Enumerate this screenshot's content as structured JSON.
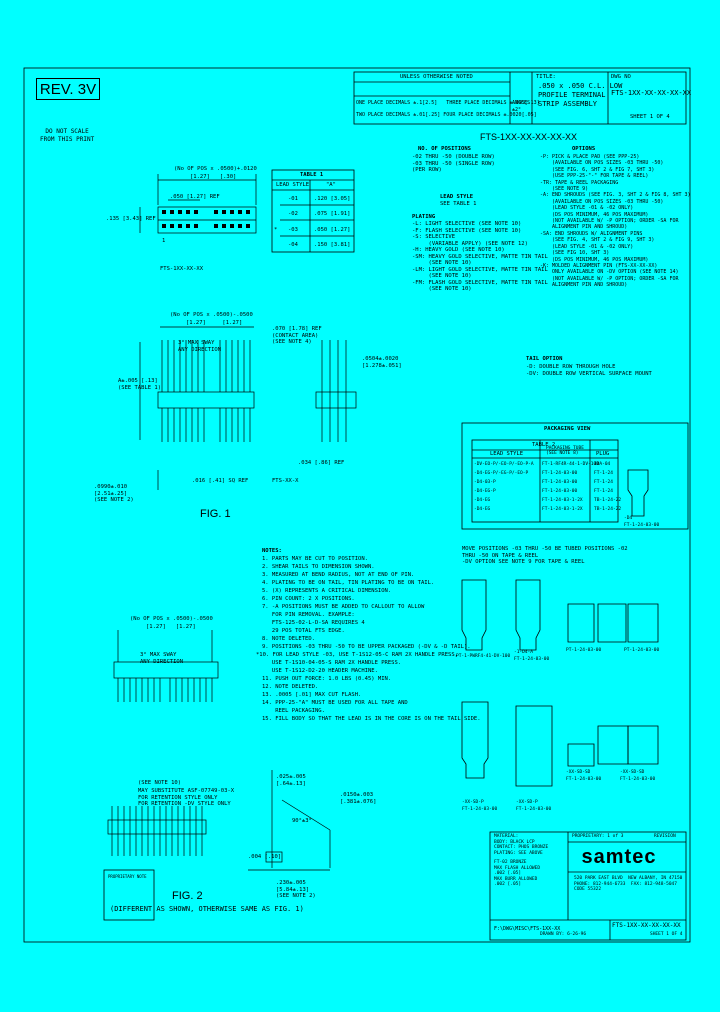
{
  "revision": "REV. 3V",
  "do_not_scale": "DO NOT SCALE\nFROM THIS PRINT",
  "title_block": {
    "tolerances_header": "UNLESS OTHERWISE NOTED",
    "tol_line1": "ONE PLACE DECIMALS ±.1[2.5]   THREE PLACE DECIMALS ±.005[.13]",
    "tol_line2": "TWO PLACE DECIMALS ±.01[.25] FOUR PLACE DECIMALS ±.0020[.05]",
    "angle_tol": "ANGLES\n±2°",
    "title_label": "TITLE:",
    "title": ".050 x .050 C.L. LOW\nPROFILE TERMINAL\nSTRIP ASSEMBLY",
    "dwg_label": "DWG NO",
    "dwg_no": "FTS-1XX-XX-XX-XX-XX",
    "sheet": "SHEET 1 OF 4"
  },
  "part_number": "FTS-1XX-XX-XX-XX-XX",
  "callouts": {
    "positions_title": "NO. OF POSITIONS",
    "positions": "-02 THRU -50 (DOUBLE ROW)\n-03 THRU -50 (SINGLE ROW)\n(PER ROW)",
    "lead_style_title": "LEAD STYLE",
    "lead_style": "SEE TABLE 1",
    "plating_title": "PLATING",
    "plating": "-L: LIGHT SELECTIVE (SEE NOTE 10)\n-F: FLASH SELECTIVE (SEE NOTE 10)\n-S: SELECTIVE\n     (VARIABLE APPLY) (SEE NOTE 12)\n-H: HEAVY GOLD (SEE NOTE 10)\n-SM: HEAVY GOLD SELECTIVE, MATTE TIN TAIL\n     (SEE NOTE 10)\n-LM: LIGHT GOLD SELECTIVE, MATTE TIN TAIL\n     (SEE NOTE 10)\n-FM: FLASH GOLD SELECTIVE, MATTE TIN TAIL\n     (SEE NOTE 10)",
    "options_title": "OPTIONS",
    "options": "-P: PICK & PLACE PAD (SEE PPP-25)\n    (AVAILABLE ON POS SIZES -03 THRU -50)\n    (SEE FIG. 6, SHT 2 & FIG 7, SHT 3)\n    (USE PPP-25-\"-\" FOR TAPE & REEL)\n-TR: TAPE & REEL PACKAGING\n    (SEE NOTE 9)\n-A: END SHROUDS (SEE FIG. 3, SHT 2 & FIG 8, SHT 3)\n    (AVAILABLE ON POS SIZES -03 THRU -50)\n    (LEAD STYLE -01 & -02 ONLY)\n    (DS POS MINIMUM, 46 POS MAXIMUM)\n    (NOT AVAILABLE W/ -P OPTION; ORDER -SA FOR\n    ALIGNMENT PIN AND SHROUD)\n-SA: END SHROUDS W/ ALIGNMENT PINS\n    (SEE FIG. 4, SHT 2 & FIG 9, SHT 3)\n    (LEAD STYLE -01 & -02 ONLY)\n    (SEE FIG 10, SHT 3)\n    (DS POS MINIMUM, 46 POS MAXIMUM)\n-K: MOLDED ALIGNMENT PIN (FTS-XX-XX-XX)\n    ONLY AVAILABLE ON -DV OPTION (SEE NOTE 14)\n    (NOT AVAILABLE W/ -P OPTION; ORDER -SA FOR\n    ALIGNMENT PIN AND SHROUD)",
    "tail_title": "TAIL OPTION",
    "tail": "-D: DOUBLE ROW THROUGH HOLE\n-DV: DOUBLE ROW VERTICAL SURFACE MOUNT"
  },
  "table1": {
    "title": "TABLE 1",
    "headers": [
      "LEAD STYLE",
      "\"A\""
    ],
    "rows": [
      {
        "mark": "",
        "style": "-01",
        "a": ".120 [3.05]"
      },
      {
        "mark": "",
        "style": "-02",
        "a": ".075 [1.91]"
      },
      {
        "mark": "*",
        "style": "-03",
        "a": ".050 [1.27]"
      },
      {
        "mark": "",
        "style": "-04",
        "a": ".150 [3.81]"
      }
    ]
  },
  "packaging": {
    "title": "PACKAGING VIEW",
    "table_title": "TABLE 2",
    "headers": [
      "LEAD STYLE",
      "PACKAGING TUBE\n(SEE NOTE 8)",
      "PLUG"
    ],
    "rows": [
      [
        "-DV-EO-P/-EO-P/-EO-P-A",
        "FT-1-RF4R-44-1-DV-100",
        "IDA-04"
      ],
      [
        "-D4-EG-P/-EG-P/-EO-P",
        "FT-1-24-03-00",
        "FT-1-24"
      ],
      [
        "-D4-03-P",
        "FT-1-24-03-00",
        "FT-1-24"
      ],
      [
        "-D4-EG-P",
        "FT-1-24-03-00",
        "FT-1-24"
      ],
      [
        "-D4-EG",
        "FT-1-24-03-1-2X",
        "TB-1-24-22"
      ],
      [
        "-D4-EG",
        "FT-1-24-03-1-2X",
        "TB-1-24-22"
      ]
    ],
    "tube_note": "MOVE POSITIONS -03 THRU -50 BE TUBED POSITIONS -02\nTHRU -50 ON TAPE & REEL\n-DV OPTION SEE NOTE 9 FOR TAPE & REEL"
  },
  "figure_labels": {
    "fig1": "FIG. 1",
    "fig2": "FIG. 2",
    "fig2_note": "(DIFFERENT AS SHOWN, OTHERWISE SAME AS FIG. 1)"
  },
  "notes_title": "NOTES:",
  "notes": [
    "1. PARTS MAY BE CUT TO POSITION.",
    "2. SHEAR TAILS TO DIMENSION SHOWN.",
    "3. MEASURED AT BEND RADIUS, NOT AT END OF PIN.",
    "4. PLATING TO BE ON TAIL, TIN PLATING TO BE ON TAIL.",
    "5. (X) REPRESENTS A CRITICAL DIMENSION.",
    "6. PIN COUNT: 2 X POSITIONS.",
    "7. -A POSITIONS MUST BE ADDED TO CALLOUT TO ALLOW",
    "   FOR PIN REMOVAL. EXAMPLE:",
    "   FTS-125-02-L-D-SA REQUIRES 4",
    "   29 POS TOTAL FTS EDGE.",
    "8. NOTE DELETED.",
    "9. POSITIONS -03 THRU -50 TO BE UPPER PACKAGED (-DV & -D TAIL).",
    "*10. FOR LEAD STYLE -03, USE T-1S12-05-C RAM 2X HANDLE PRESS,",
    "   USE T-1S10-04-05-S RAM 2X HANDLE PRESS.",
    "   USE T-1S12-D2-20 HEADER MACHINE.",
    "11. PUSH OUT FORCE: 1.0 LBS (0.45) MIN.",
    "12. NOTE DELETED.",
    "13. .0005 [.01] MAX CUT FLASH.",
    "14. PPP-25-\"A\" MUST BE USED FOR ALL TAPE AND",
    "    REEL PACKAGING.",
    "15. FILL BODY SO THAT THE LEAD IS IN THE CORE IS ON THE TAIL SIDE."
  ],
  "fig1_dims": {
    "top_formula": "(No OF POS x .0500)+.0120",
    "top_mm": "[1.27]   [.30]",
    "ref_050": ".050 [1.27] REF",
    "ref_135": ".135 [3.43] REF",
    "label_1": "1",
    "part_ref": "FTS-1XX-XX-XX",
    "mid_formula": "(No OF POS x .0500)-.0500",
    "mid_mm": "[1.27]     [1.27]",
    "max_sway": "3° MAX SWAY\nANY DIRECTION",
    "ref_070": ".070 [1.78] REF\n(CONTACT AREA)\n(SEE NOTE 4)",
    "dim_0504": ".0504±.0020\n[1.278±.051]",
    "a_dim": "A±.005 [.13]\n(SEE TABLE 1)",
    "sq_ref": ".016 [.41] SQ REF",
    "thick_ref": ".034 [.86] REF",
    "part_ref2": "FTS-XX-X",
    "bottom_dim": ".0990±.010\n[2.51±.25]\n(SEE NOTE 2)"
  },
  "fig2_dims": {
    "top_formula": "(No OF POS x .0500)-.0500",
    "top_mm": "[1.27]   [1.27]",
    "max_sway": "3° MAX SWAY\nANY DIRECTION",
    "see_note": "(SEE NOTE 10)",
    "substitute": "MAY SUBSTITUTE ASF-07749-03-X\nFOR RETENTION STYLE ONLY\nFOR RETENTION -DV STYLE ONLY",
    "dim_a": ".025±.005\n[.64±.13]",
    "dim_b": ".0150±.003\n[.381±.076]",
    "angle": "90°±3°",
    "dim_c": ".004 [.10]",
    "bottom_dim": ".230±.005\n[5.84±.13]\n(SEE NOTE 2)"
  },
  "pkg_labels": {
    "c1": "PT-1-PWRF4-41-DV-100",
    "c2": "-1-D4-A\nFT-1-24-03-00",
    "c3": "PT-1-24-03-00",
    "c4": "PT-1-24-03-00",
    "c5": "-XX-SD-P\nFT-1-24-03-00",
    "c6": "-XX-SD-P\nFT-1-24-03-00",
    "c7": "-XX-SD-SD\nFT-1-24-03-00",
    "c8": "-XX-SD-SD\nFT-1-24-03-00",
    "c9": "-D4\nFT-1-24-03-00"
  },
  "bottom_block": {
    "material": "MATERIAL:\nBODY: BLACK LCP\nCONTACT: PHOS BRONZE\nPLATING: SEE ABOVE",
    "plating_detail": "FT-02 BRONZE\nMAX FLASH ALLOWED\n.002 [.05]\nMAX BURR ALLOWED\n.002 [.05]",
    "f_label": "F:\\DWG\\MISC\\FTS-1XX-XX",
    "pitch": "PROPRIETARY: 1 of 3",
    "revision_label": "REVISION",
    "logo": "samtec",
    "address": "520 PARK EAST BLVD  NEW ALBANY, IN 47150\nPHONE: 812-944-6733  FAX: 812-948-5047\nCODE 55322",
    "footer_dwg": "FTS-1XX-XX-XX-XX-XX",
    "footer_sheet": "SHEET 1 OF 4",
    "footer_date": "DRAWN BY: 6-26-96"
  },
  "stamp": "PROPRIETARY NOTE"
}
